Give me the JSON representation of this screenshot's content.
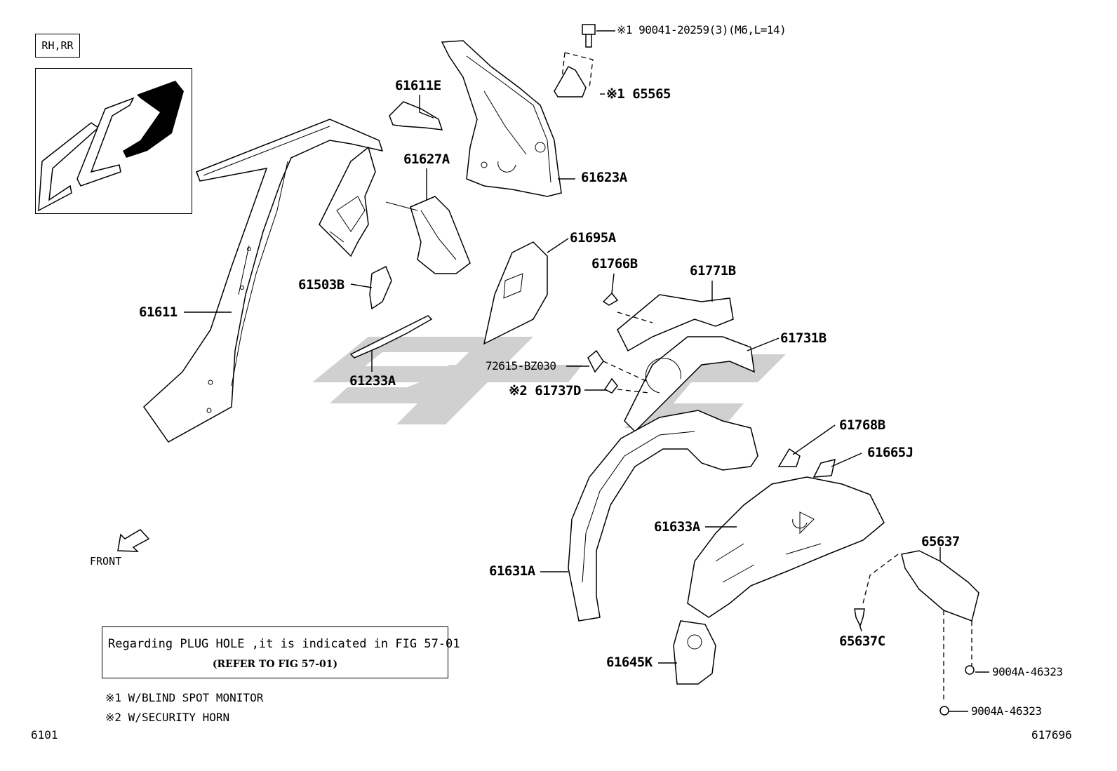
{
  "header": {
    "variant_tag": "RH,RR"
  },
  "labels": {
    "p61611": "61611",
    "p61611E": "61611E",
    "p61627A": "61627A",
    "p61623A": "61623A",
    "p61503B": "61503B",
    "p61233A": "61233A",
    "p61695A": "61695A",
    "p61766B": "61766B",
    "p61771B": "61771B",
    "p61731B": "61731B",
    "p72615": "72615-BZ030",
    "p61737D": "※2 61737D",
    "p61768B": "61768B",
    "p61665J": "61665J",
    "p61633A": "61633A",
    "p61631A": "61631A",
    "p65637": "65637",
    "p65637C": "65637C",
    "p61645K": "61645K",
    "p9004A_1": "9004A-46323",
    "p9004A_2": "9004A-46323",
    "p65565": "※1 65565",
    "p90041": "※1 90041-20259(3)(M6,L=14)"
  },
  "front_label": "FRONT",
  "note": {
    "line1": "Regarding PLUG HOLE ,it is indicated in FIG 57-01",
    "line2": "(REFER TO FIG 57-01)"
  },
  "footnotes": [
    "※1 W/BLIND SPOT MONITOR",
    "※2 W/SECURITY HORN"
  ],
  "footer": {
    "page_code": "6101",
    "figure_number": "617696"
  },
  "colors": {
    "line": "#000000",
    "watermark": "#c8c8c8",
    "background": "#ffffff"
  },
  "icons": {
    "front_arrow": "front-arrow-icon",
    "bolt": "bolt-icon",
    "clip": "clip-icon",
    "nut": "nut-icon"
  }
}
